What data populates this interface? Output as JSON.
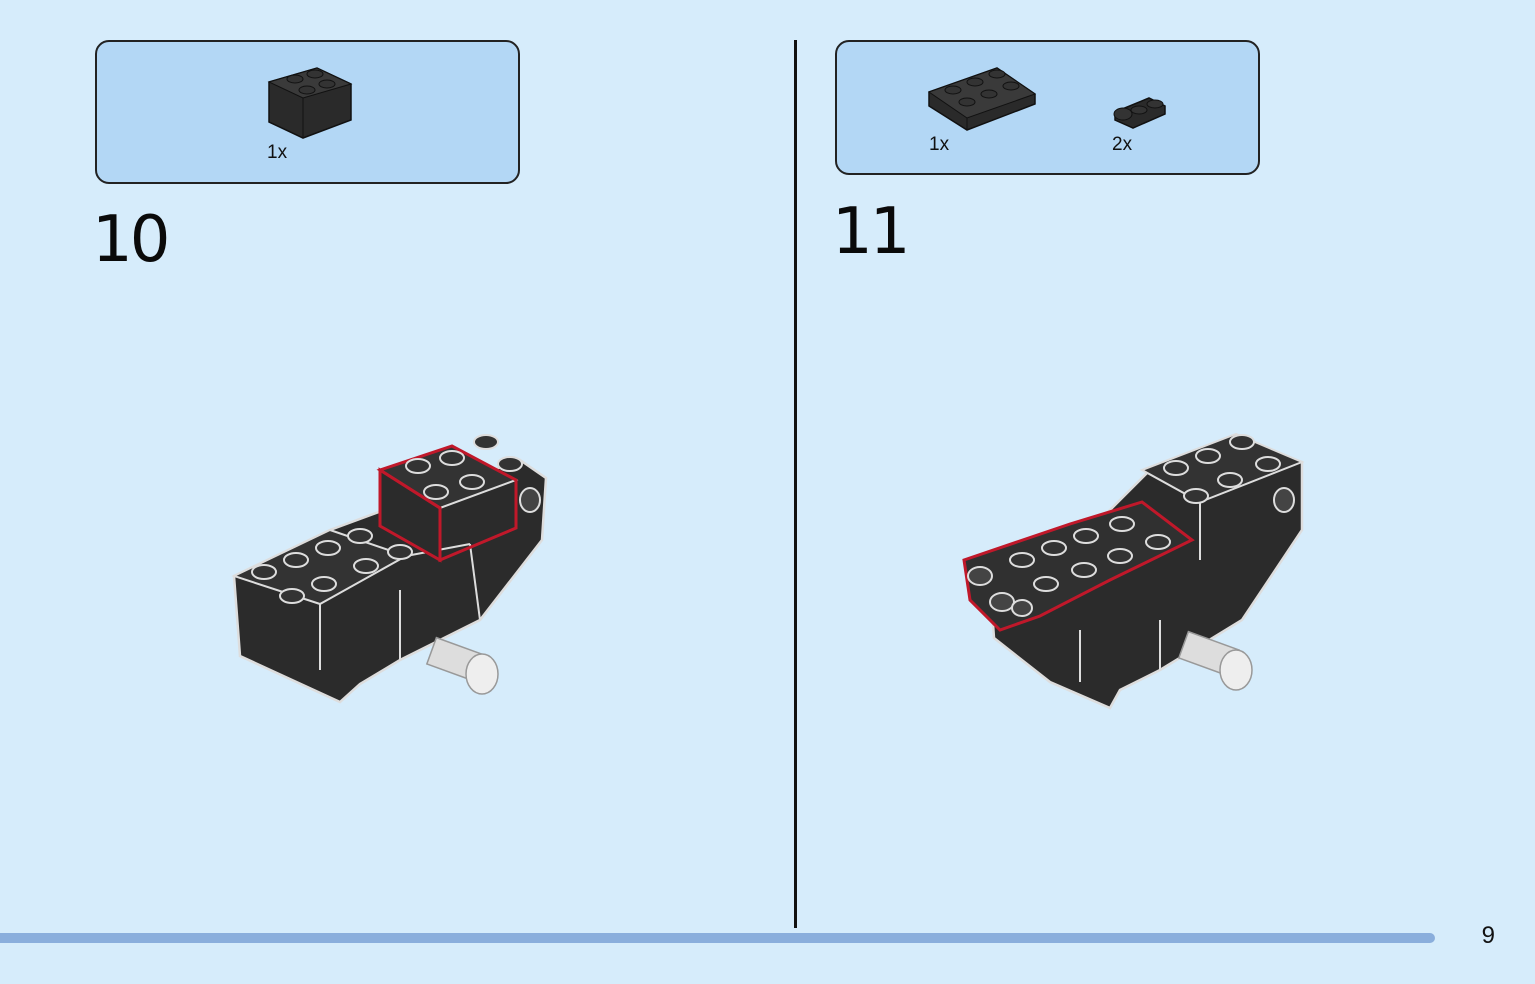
{
  "steps": [
    {
      "number": "10",
      "parts": [
        {
          "name": "brick-2x2-black",
          "quantity": "1x"
        }
      ]
    },
    {
      "number": "11",
      "parts": [
        {
          "name": "plate-2x3-black",
          "quantity": "1x"
        },
        {
          "name": "plate-1x2-clip-black",
          "quantity": "2x"
        }
      ]
    }
  ],
  "page_number": "9",
  "colors": {
    "background": "#d6ecfb",
    "parts_box": "#b3d7f5",
    "brick": "#2a2a2a",
    "highlight_outline": "#c0182a",
    "footer_bar": "#8aaedc"
  }
}
